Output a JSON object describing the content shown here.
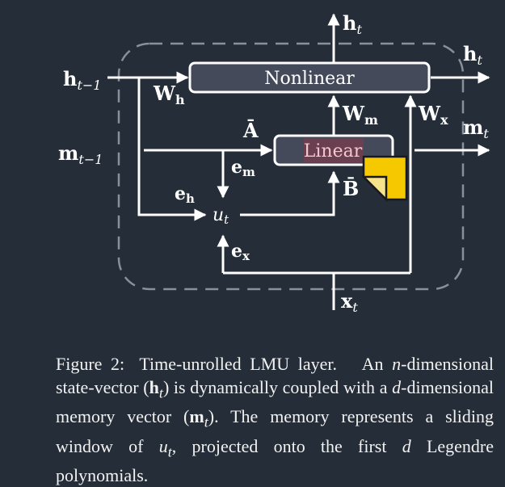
{
  "figure": {
    "nonlinear_label": "Nonlinear",
    "linear_label": "Linear",
    "h_t_top": {
      "base": "h",
      "sub": "t"
    },
    "h_t_right": {
      "base": "h",
      "sub": "t"
    },
    "h_prev": {
      "base": "h",
      "sub": "t−1"
    },
    "m_prev": {
      "base": "m",
      "sub": "t−1"
    },
    "m_t": {
      "base": "m",
      "sub": "t"
    },
    "x_t": {
      "base": "x",
      "sub": "t"
    },
    "u_t": {
      "base": "u",
      "sub": "t"
    },
    "W_h": {
      "base": "W",
      "sub": "h"
    },
    "W_m": {
      "base": "W",
      "sub": "m"
    },
    "W_x": {
      "base": "W",
      "sub": "x"
    },
    "A_bar": "Ā",
    "B_bar": "B̄",
    "e_m": {
      "base": "e",
      "sub": "m"
    },
    "e_h": {
      "base": "e",
      "sub": "h"
    },
    "e_x": {
      "base": "e",
      "sub": "x"
    },
    "colors": {
      "background": "#242d38",
      "box_fill": "#454a5a",
      "linear_highlight": "#7a3a4a",
      "sticky_note": "#f5c800"
    },
    "sticky_note_icon": "sticky-note-icon"
  },
  "caption": {
    "label": "Figure 2:",
    "s1": "Time-unrolled LMU layer.",
    "s2a": "An",
    "n": "n",
    "s2b": "-dimensional state-vector (",
    "h": "h",
    "t1": "t",
    "s2c": ") is dynamically coupled with a",
    "d1": "d",
    "s2d": "-dimensional memory vector (",
    "m": "m",
    "t2": "t",
    "s2e": ").",
    "s3a": "The memory represents a sliding window of",
    "u": "u",
    "t3": "t",
    "s3b": ", projected onto the first",
    "d2": "d",
    "s3c": "Legendre polynomials."
  }
}
